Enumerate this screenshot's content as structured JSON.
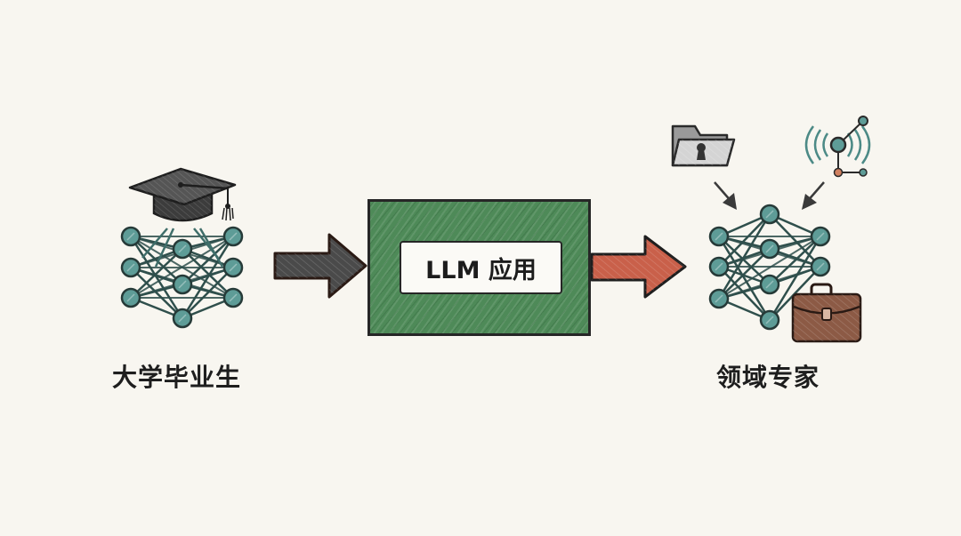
{
  "diagram": {
    "source": {
      "label": "大学毕业生",
      "icons": [
        "graduation-cap-icon",
        "neural-network-icon"
      ]
    },
    "process": {
      "label": "LLM 应用",
      "box_color": "#4e8a58"
    },
    "target": {
      "label": "领域专家",
      "icons": [
        "locked-folder-icon",
        "signal-network-icon",
        "neural-network-icon",
        "briefcase-icon"
      ]
    },
    "arrows": {
      "input_color": "#4a4a4a",
      "output_color": "#c9604a"
    },
    "colors": {
      "background": "#f8f6f0",
      "node_fill": "#5e9c97",
      "outline": "#262626",
      "briefcase": "#8c5a45",
      "folder": "#c9c9c9"
    }
  }
}
